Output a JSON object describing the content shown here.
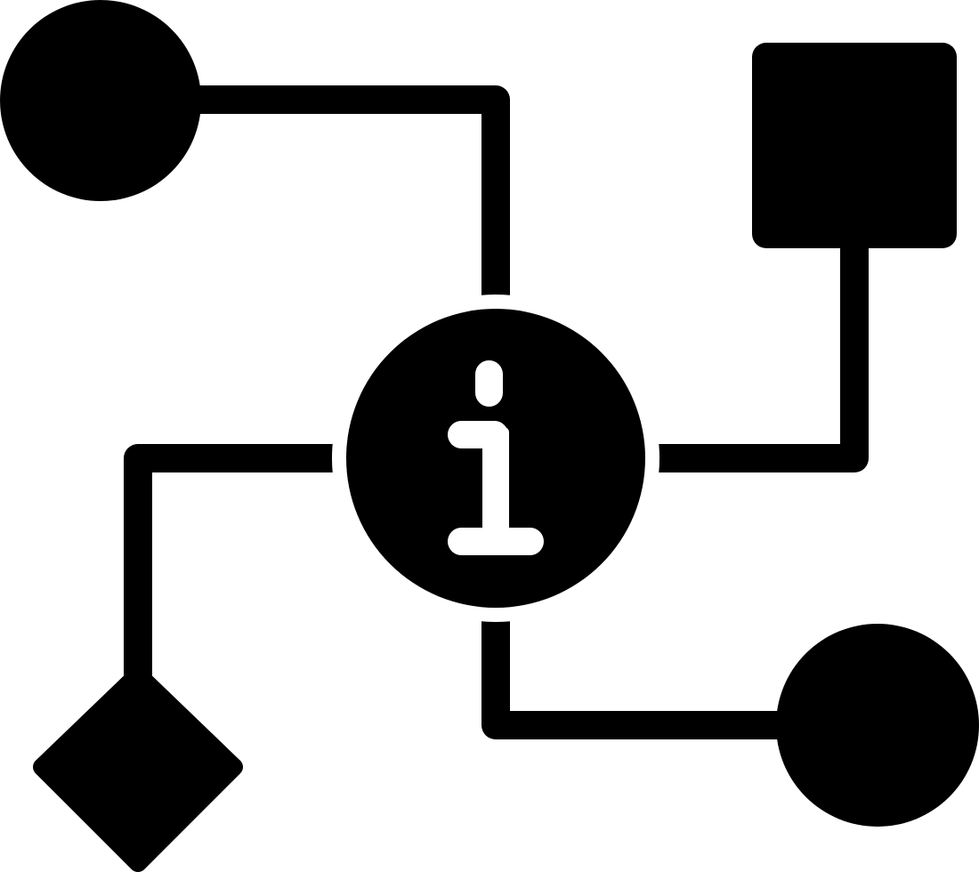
{
  "diagram": {
    "icon": "information-flowchart-icon",
    "style": "solid glyph",
    "colors": {
      "background": "#ffffff",
      "foreground": "#000000"
    },
    "hub": {
      "shape": "circle",
      "icon": "info-icon"
    },
    "nodes": [
      {
        "id": "top-left",
        "shape": "circle"
      },
      {
        "id": "top-right",
        "shape": "square"
      },
      {
        "id": "bottom-left",
        "shape": "diamond"
      },
      {
        "id": "bottom-right",
        "shape": "circle"
      }
    ],
    "connectors": [
      {
        "from": "top-left",
        "to": "hub"
      },
      {
        "from": "hub",
        "to": "top-right"
      },
      {
        "from": "hub",
        "to": "bottom-left"
      },
      {
        "from": "hub",
        "to": "bottom-right"
      }
    ]
  }
}
